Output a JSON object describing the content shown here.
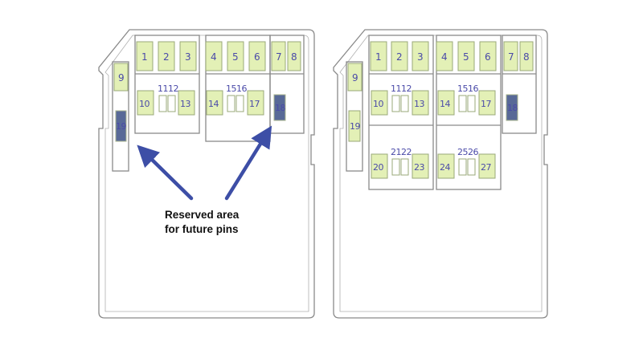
{
  "colors": {
    "outline": "#8a8a8a",
    "pin_fill": "#e3f0b6",
    "pin_stroke": "#9aa878",
    "reserved_fill": "#3b4f86",
    "arrow": "#3d4ea6",
    "label": "#4a4aa8"
  },
  "callout": {
    "line1": "Reserved area",
    "line2": "for future pins"
  },
  "left_card": {
    "pins": {
      "p1": "1",
      "p2": "2",
      "p3": "3",
      "p4": "4",
      "p5": "5",
      "p6": "6",
      "p7": "7",
      "p8": "8",
      "p9": "9",
      "p10": "10",
      "p13": "13",
      "p14": "14",
      "p17": "17",
      "p18": "18",
      "p19": "19"
    },
    "pair_labels": {
      "a": "1112",
      "b": "1516"
    }
  },
  "right_card": {
    "pins": {
      "p1": "1",
      "p2": "2",
      "p3": "3",
      "p4": "4",
      "p5": "5",
      "p6": "6",
      "p7": "7",
      "p8": "8",
      "p9": "9",
      "p10": "10",
      "p13": "13",
      "p14": "14",
      "p17": "17",
      "p18": "18",
      "p19": "19",
      "p20": "20",
      "p23": "23",
      "p24": "24",
      "p27": "27"
    },
    "pair_labels": {
      "a": "1112",
      "b": "1516",
      "c": "2122",
      "d": "2526"
    }
  }
}
